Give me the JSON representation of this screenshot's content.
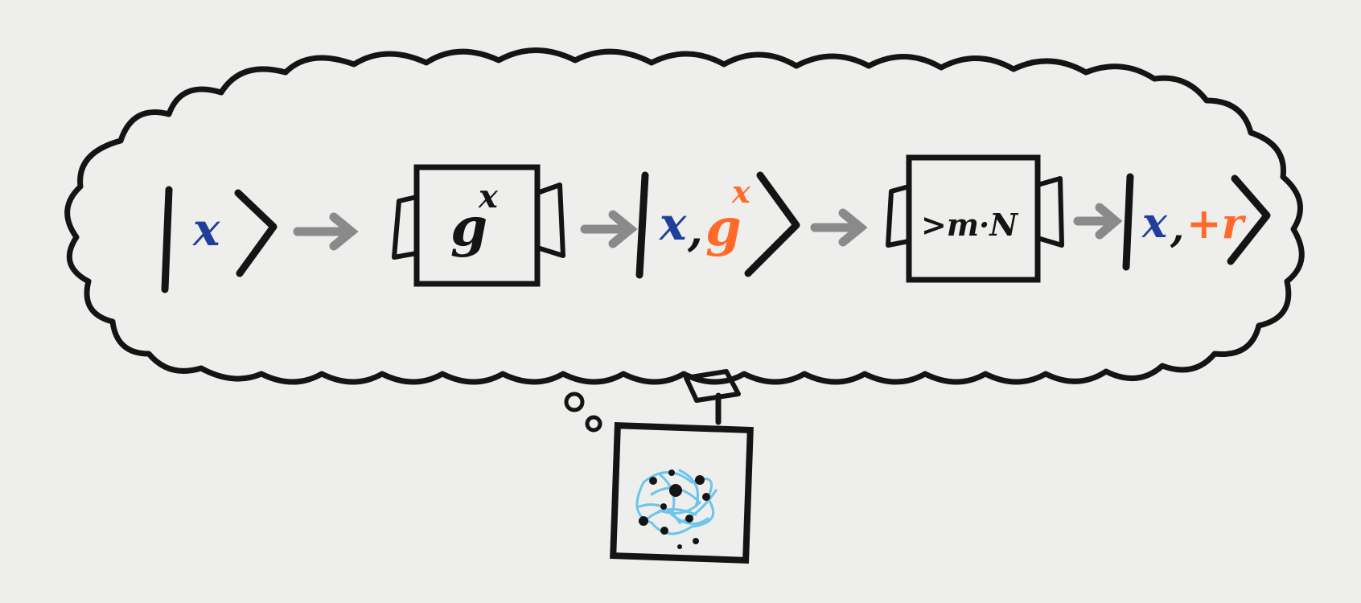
{
  "colors": {
    "background": "#eeeeec",
    "ink": "#141414",
    "register_x": "#1f3f9a",
    "register_result": "#ff6a2a",
    "arrow": "#8a8a8a",
    "qubit_cloud": "#6cc4ea"
  },
  "thought": {
    "pipeline": {
      "input_ket": {
        "x": "x"
      },
      "gate_1": {
        "base": "g",
        "exponent": "x"
      },
      "middle_ket": {
        "x": "x",
        "comma": ",",
        "base": "g",
        "exponent": "x"
      },
      "gate_2": {
        "label": ">m·N"
      },
      "output_ket": {
        "x": "x",
        "comma": ",",
        "result": "+r"
      }
    }
  },
  "computer": {
    "icon": "quantum-computer-icon"
  }
}
